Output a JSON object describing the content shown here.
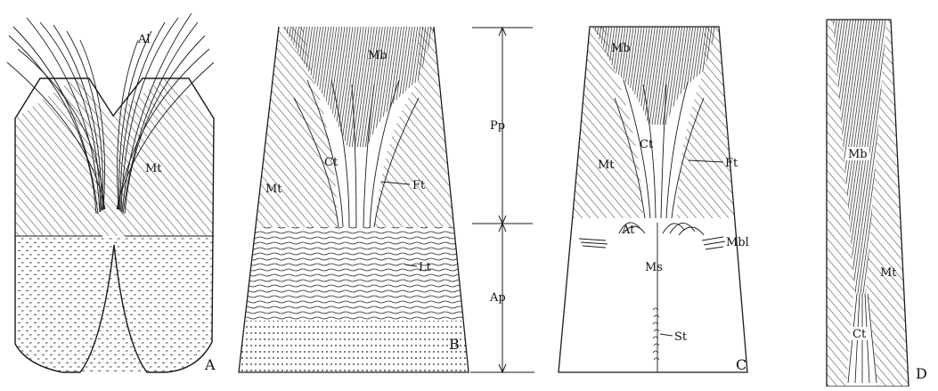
{
  "panels": {
    "A": {
      "letter": "A",
      "labels": {
        "al": "Al",
        "mt": "Mt"
      }
    },
    "B": {
      "letter": "B",
      "labels": {
        "mb": "Mb",
        "ct": "Ct",
        "ft": "Ft",
        "mt": "Mt",
        "lt": "Lt"
      }
    },
    "scale": {
      "upper": "Pp",
      "lower": "Ap"
    },
    "C": {
      "letter": "C",
      "labels": {
        "mb": "Mb",
        "ct": "Ct",
        "mt": "Mt",
        "ft": "Ft",
        "at": "At",
        "mbl": "Mbl",
        "ms": "Ms",
        "st": "St"
      }
    },
    "D": {
      "letter": "D",
      "labels": {
        "mb": "Mb",
        "mt": "Mt",
        "ct": "Ct"
      }
    }
  },
  "colors": {
    "ink": "#1a1a1a",
    "paper": "#ffffff"
  }
}
